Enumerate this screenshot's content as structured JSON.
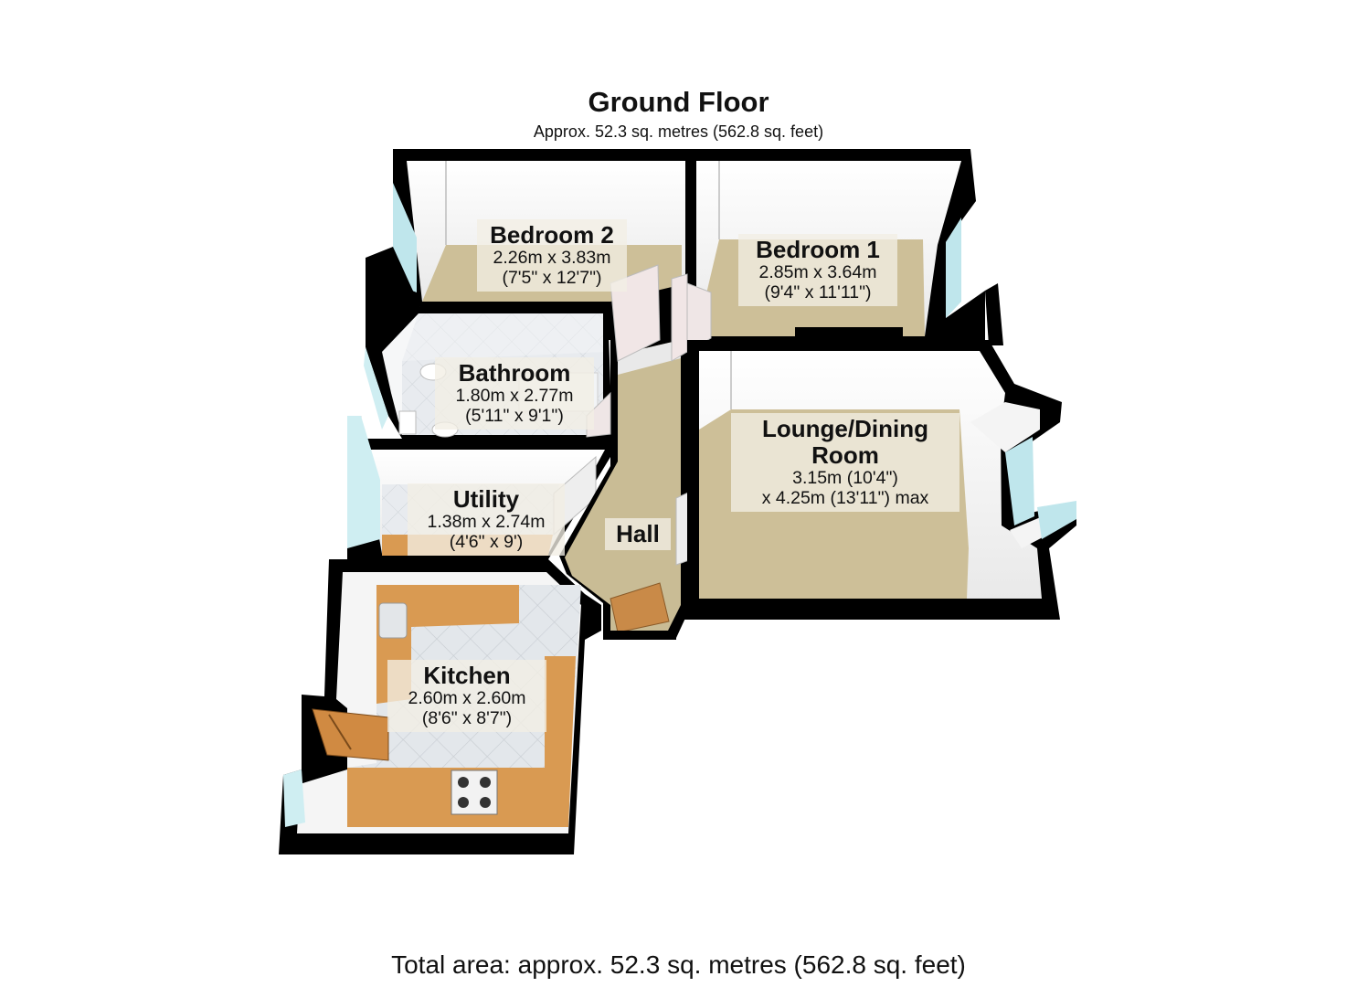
{
  "floor": {
    "title": "Ground Floor",
    "subtitle": "Approx. 52.3 sq. metres (562.8 sq. feet)",
    "total": "Total area: approx. 52.3 sq. metres (562.8 sq. feet)"
  },
  "rooms": {
    "bedroom2": {
      "name": "Bedroom 2",
      "dim1": "2.26m x 3.83m",
      "dim2": "(7'5\" x 12'7\")"
    },
    "bedroom1": {
      "name": "Bedroom 1",
      "dim1": "2.85m x 3.64m",
      "dim2": "(9'4\" x 11'11\")"
    },
    "bathroom": {
      "name": "Bathroom",
      "dim1": "1.80m x 2.77m",
      "dim2": "(5'11\" x 9'1\")"
    },
    "lounge": {
      "name1": "Lounge/Dining",
      "name2": "Room",
      "dim1": "3.15m (10'4\")",
      "dim2": "x 4.25m (13'11\") max"
    },
    "utility": {
      "name": "Utility",
      "dim1": "1.38m x 2.74m",
      "dim2": "(4'6\" x 9')"
    },
    "hall": {
      "name": "Hall"
    },
    "kitchen": {
      "name": "Kitchen",
      "dim1": "2.60m x 2.60m",
      "dim2": "(8'6\" x 8'7\")"
    }
  },
  "colors": {
    "wall": "#000000",
    "inner_wall": "#f4f4f4",
    "carpet": "#cdbf98",
    "hall_floor": "#c9bc95",
    "wood_floor": "#d99a52",
    "tile_floor": "#e2e6ea",
    "window_glass": "#bfe6ec"
  }
}
